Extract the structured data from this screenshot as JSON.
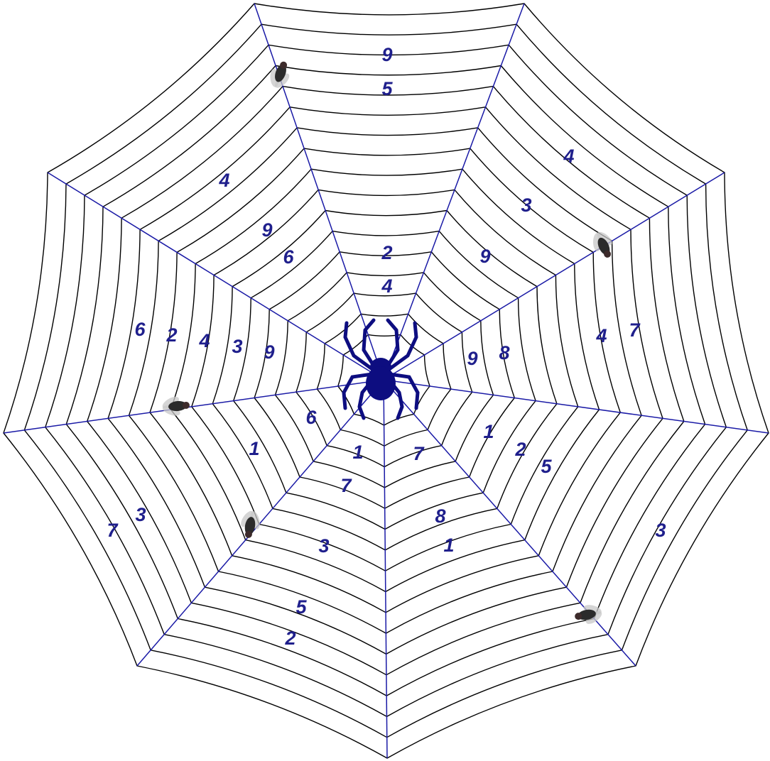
{
  "colors": {
    "number": "#1f1f8c",
    "spider": "#0d0d80",
    "spoke": "#1a1aa6",
    "thread": "#000000",
    "fly": "#2b2b2b",
    "background": "#ffffff"
  },
  "icons": {
    "spider": "spider-icon",
    "fly": "fly-icon"
  },
  "sectors": [
    {
      "name": "top",
      "numbers": [
        "9",
        "5",
        "2",
        "4"
      ]
    },
    {
      "name": "top-right",
      "numbers": [
        "4",
        "3",
        "9"
      ]
    },
    {
      "name": "right",
      "numbers": [
        "9",
        "8",
        "4",
        "7"
      ]
    },
    {
      "name": "bottom-right",
      "numbers": [
        "1",
        "2",
        "5",
        "3"
      ]
    },
    {
      "name": "bottom",
      "numbers": [
        "7",
        "8",
        "1"
      ]
    },
    {
      "name": "bottom-left",
      "numbers": [
        "1",
        "7",
        "3",
        "5",
        "2"
      ]
    },
    {
      "name": "left-lower",
      "numbers": [
        "6",
        "1",
        "3",
        "7"
      ]
    },
    {
      "name": "left-upper",
      "numbers": [
        "6",
        "2",
        "4",
        "3",
        "9"
      ]
    },
    {
      "name": "top-left",
      "numbers": [
        "4",
        "9",
        "6"
      ]
    }
  ],
  "flies_count": 5
}
